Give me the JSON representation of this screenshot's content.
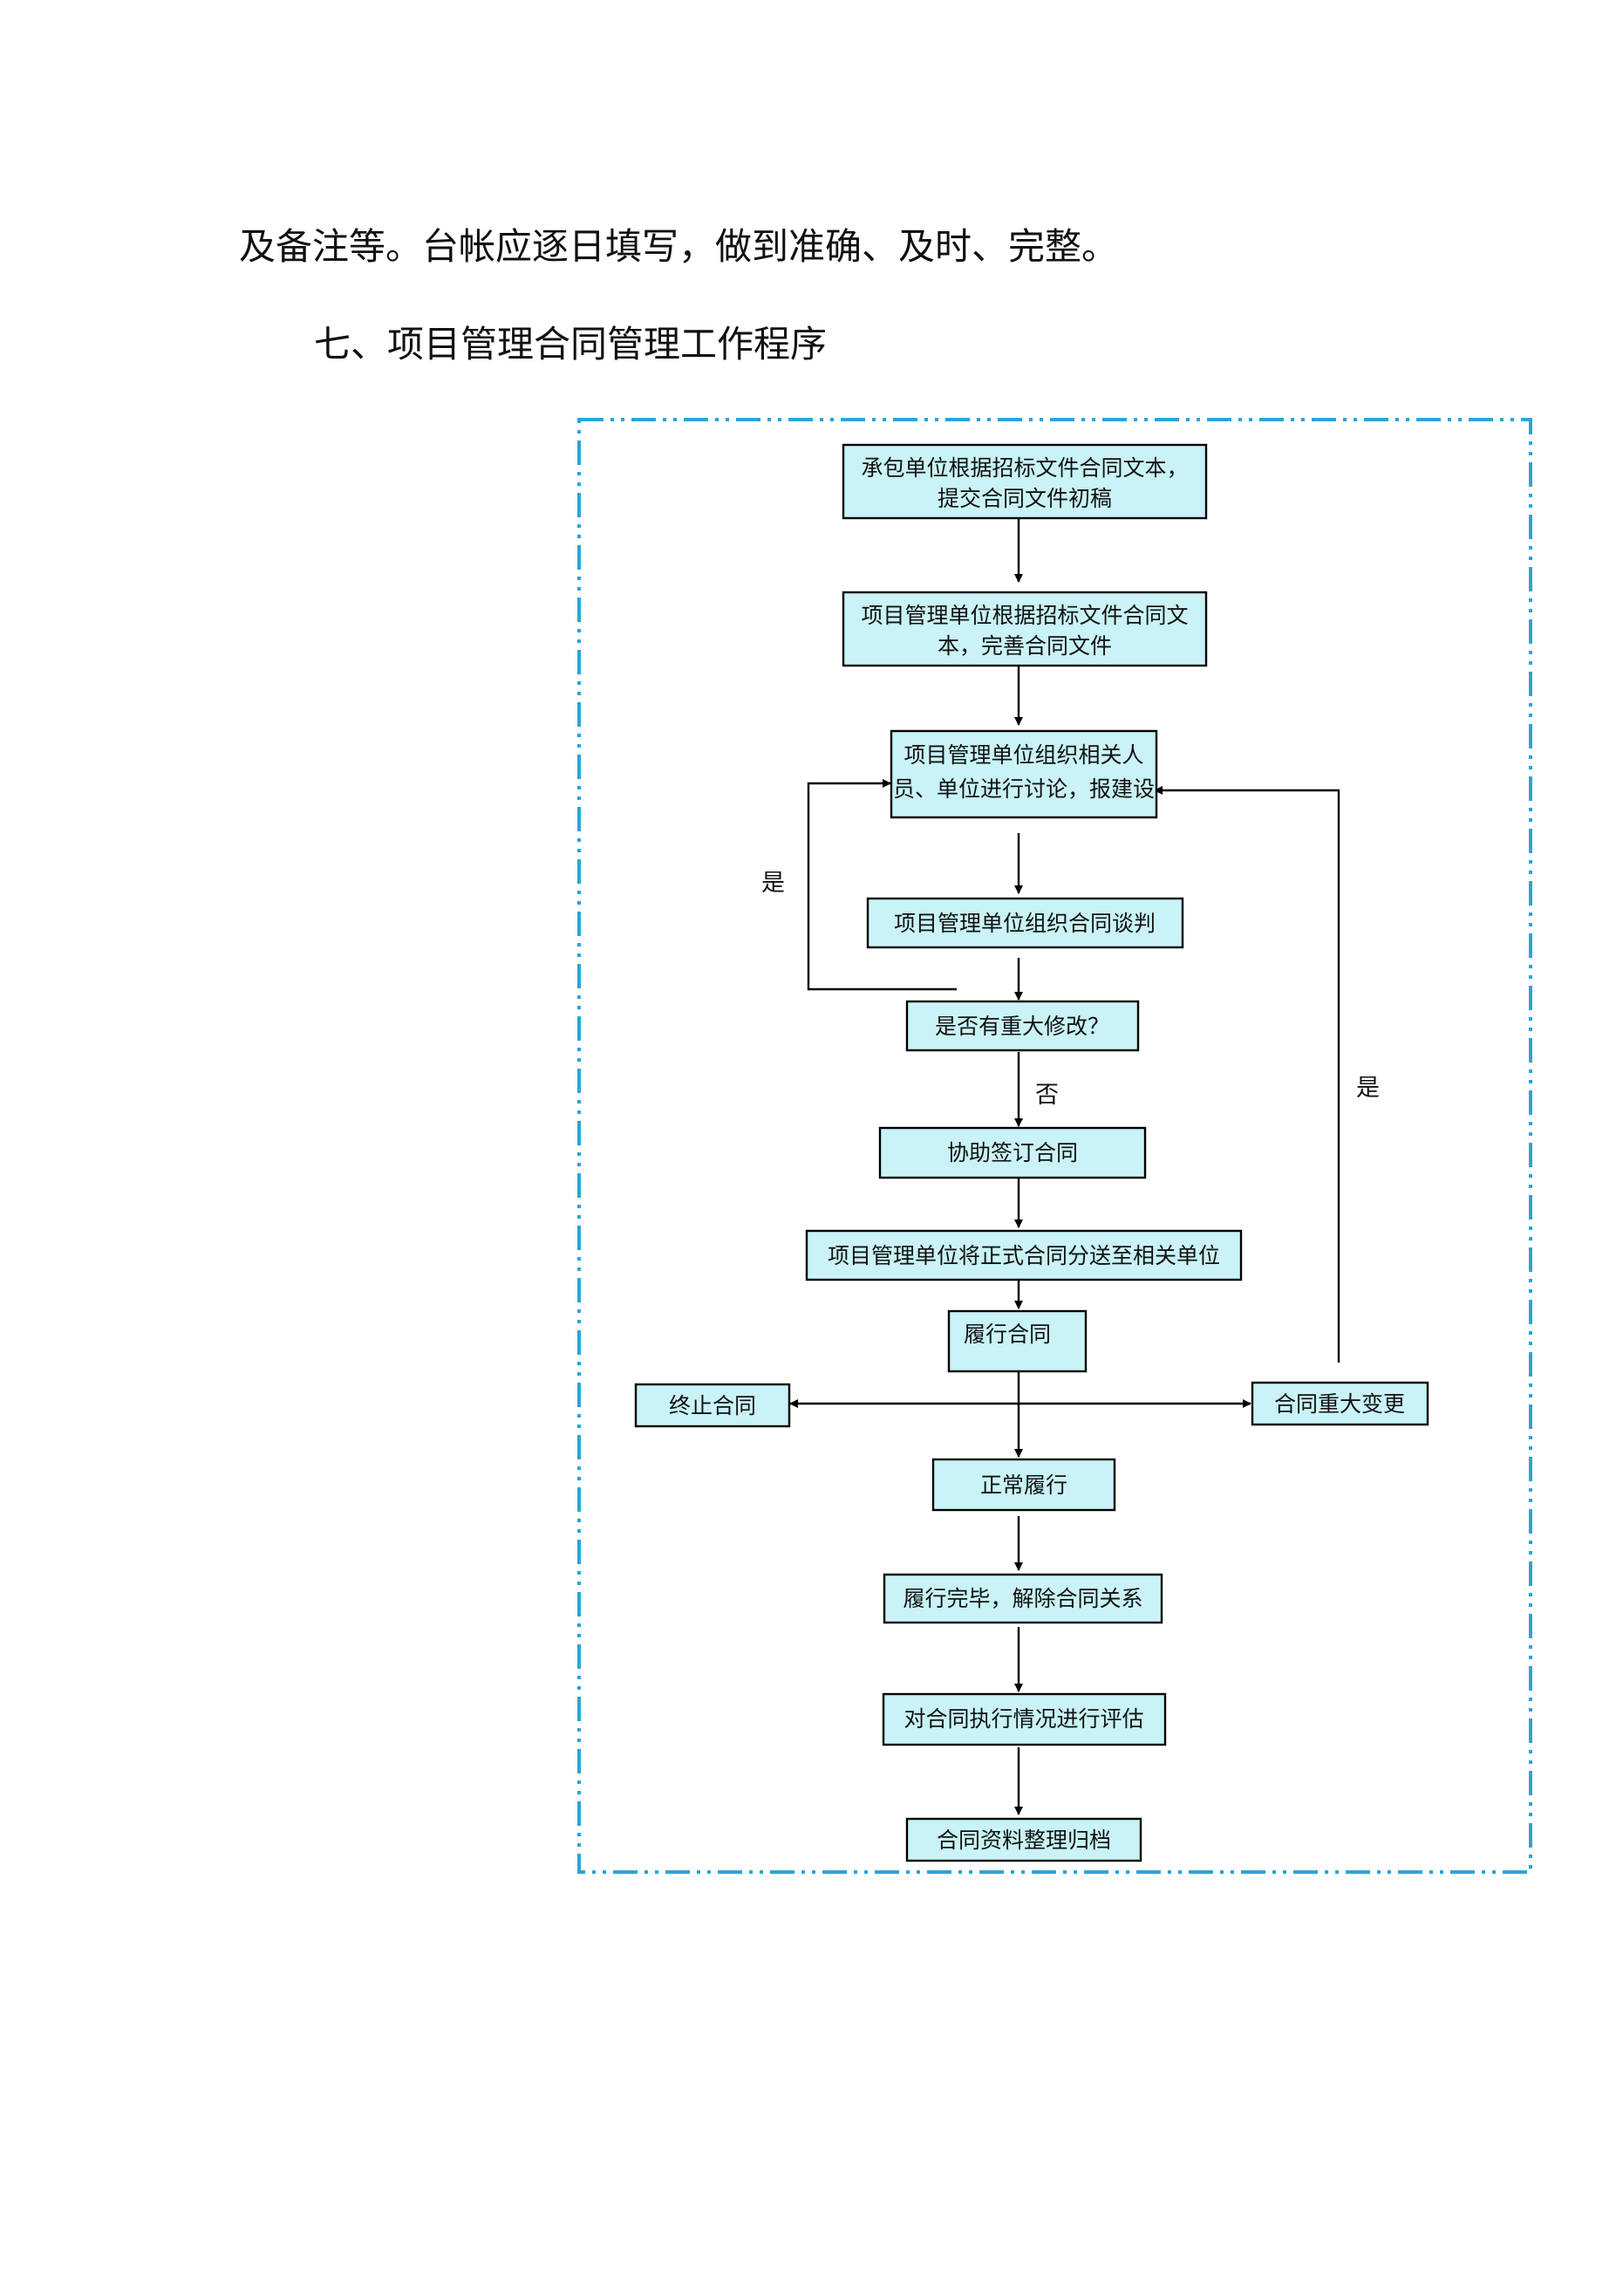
{
  "document": {
    "paragraph_1": "及备注等。台帐应逐日填写，做到准确、及时、完整。",
    "heading_7": "七、项目管理合同管理工作程序"
  },
  "colors": {
    "box_fill": "#c9f3f6",
    "frame": "#29a6d8"
  },
  "flowchart": {
    "nodes": {
      "draft": {
        "line1": "承包单位根据招标文件合同文本，",
        "line2": "提交合同文件初稿"
      },
      "refine": {
        "line1": "项目管理单位根据招标文件合同文",
        "line2": "本，完善合同文件"
      },
      "discuss": {
        "line1": "项目管理单位组织相关人",
        "line2": "员、单位进行讨论，报建设"
      },
      "negotiate": {
        "label": "项目管理单位组织合同谈判"
      },
      "decision": {
        "label": "是否有重大修改？"
      },
      "sign": {
        "label": "协助签订合同"
      },
      "distribute": {
        "label": "项目管理单位将正式合同分送至相关单位"
      },
      "perform": {
        "label": "履行合同"
      },
      "terminate": {
        "label": "终止合同"
      },
      "major_change": {
        "label": "合同重大变更"
      },
      "normal": {
        "label": "正常履行"
      },
      "complete": {
        "label": "履行完毕，解除合同关系"
      },
      "evaluate": {
        "label": "对合同执行情况进行评估"
      },
      "archive": {
        "label": "合同资料整理归档"
      }
    },
    "edge_labels": {
      "yes_left": "是",
      "no": "否",
      "yes_right": "是"
    }
  }
}
